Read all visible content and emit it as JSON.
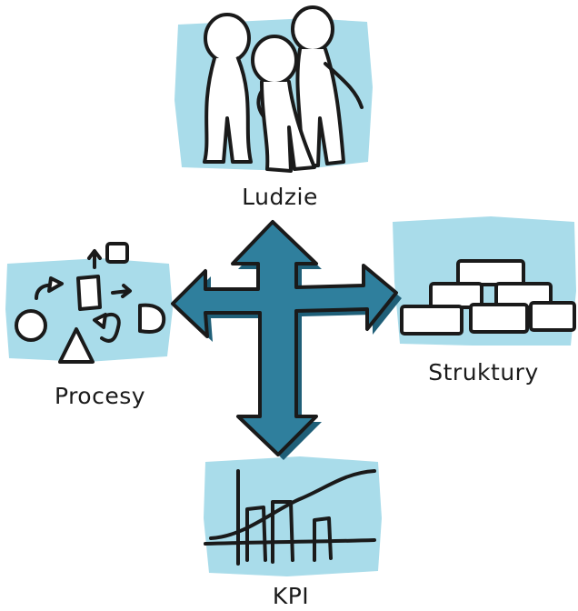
{
  "diagram": {
    "nodes": [
      {
        "id": "people",
        "label": "Ludzie",
        "icon": "stick-figures-icon"
      },
      {
        "id": "processes",
        "label": "Procesy",
        "icon": "process-shapes-icon"
      },
      {
        "id": "structures",
        "label": "Struktury",
        "icon": "org-blocks-icon"
      },
      {
        "id": "kpi",
        "label": "KPI",
        "icon": "bar-chart-curve-icon"
      }
    ],
    "center_icon": "four-way-arrow-icon",
    "colors": {
      "panel": "#a9dcea",
      "arrow_fill": "#2f7f9d",
      "arrow_shadow": "#1f5f78",
      "ink": "#1a1a1a"
    }
  }
}
